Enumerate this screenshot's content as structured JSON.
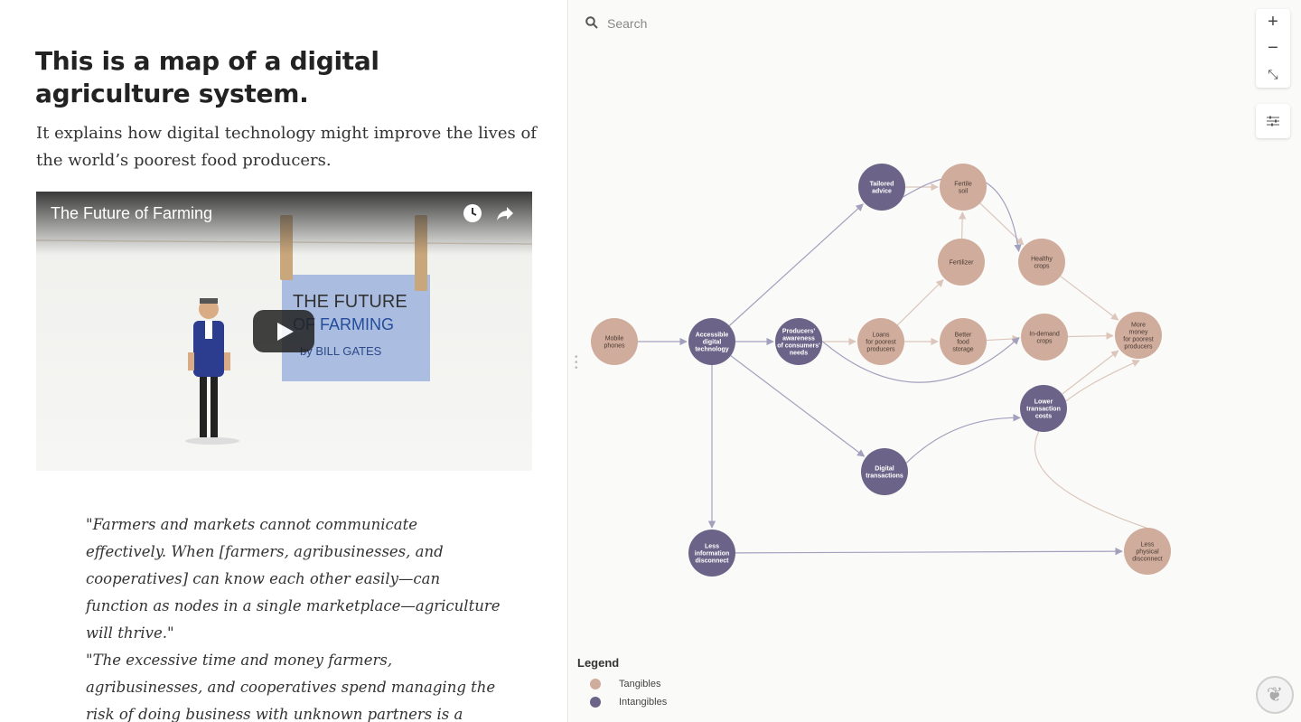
{
  "story": {
    "heading": "This is a map of a digital agriculture system.",
    "lede": "It explains how digital technology might improve the lives of the world’s poorest food producers.",
    "video": {
      "title": "The Future of Farming",
      "card_line1": "THE FUTURE",
      "card_line2": "OF FARMING",
      "card_line3": "by BILL GATES",
      "icons": [
        "watch-later-icon",
        "share-icon",
        "play-icon"
      ]
    },
    "quotes": [
      "\"Farmers and markets cannot communicate effectively. When [farmers, agribusinesses, and cooperatives] can know each other easily—can function as nodes in a single marketplace—agriculture will thrive.\"",
      "\"The excessive time and money farmers, agribusinesses, and cooperatives spend managing the risk of doing business with unknown partners is a drag on efficiency."
    ]
  },
  "map": {
    "search_placeholder": "Search",
    "controls": [
      "zoom-in-icon",
      "zoom-out-icon",
      "fit-icon",
      "filter-icon"
    ],
    "colors": {
      "tangible": "#cfac9c",
      "intangible": "#6c6488",
      "edge_tangible": "#dcc6bb",
      "edge_intangible": "#a3a0bd"
    },
    "legend": {
      "title": "Legend",
      "items": [
        {
          "label": "Tangibles",
          "type": "tangible"
        },
        {
          "label": "Intangibles",
          "type": "intangible"
        }
      ]
    },
    "nodes": [
      {
        "id": "mobile",
        "type": "tangible",
        "lines": [
          "Mobile",
          "phones"
        ]
      },
      {
        "id": "access",
        "type": "intangible",
        "lines": [
          "Accessible",
          "digital",
          "technology"
        ]
      },
      {
        "id": "aware",
        "type": "intangible",
        "lines": [
          "Producers'",
          "awareness",
          "of consumers'",
          "needs"
        ]
      },
      {
        "id": "advice",
        "type": "intangible",
        "lines": [
          "Tailored",
          "advice"
        ]
      },
      {
        "id": "soil",
        "type": "tangible",
        "lines": [
          "Fertile",
          "soil"
        ]
      },
      {
        "id": "fert",
        "type": "tangible",
        "lines": [
          "Fertilizer"
        ]
      },
      {
        "id": "healthy",
        "type": "tangible",
        "lines": [
          "Healthy",
          "crops"
        ]
      },
      {
        "id": "loans",
        "type": "tangible",
        "lines": [
          "Loans",
          "for poorest",
          "producers"
        ]
      },
      {
        "id": "storage",
        "type": "tangible",
        "lines": [
          "Better",
          "food",
          "storage"
        ]
      },
      {
        "id": "demand",
        "type": "tangible",
        "lines": [
          "In-demand",
          "crops"
        ]
      },
      {
        "id": "money",
        "type": "tangible",
        "lines": [
          "More",
          "money",
          "for poorest",
          "producers"
        ]
      },
      {
        "id": "lowcost",
        "type": "intangible",
        "lines": [
          "Lower",
          "transaction",
          "costs"
        ]
      },
      {
        "id": "digtx",
        "type": "intangible",
        "lines": [
          "Digital",
          "transactions"
        ]
      },
      {
        "id": "lessinfo",
        "type": "intangible",
        "lines": [
          "Less",
          "information",
          "disconnect"
        ]
      },
      {
        "id": "lessphys",
        "type": "tangible",
        "lines": [
          "Less",
          "physical",
          "disconnect"
        ]
      }
    ]
  }
}
